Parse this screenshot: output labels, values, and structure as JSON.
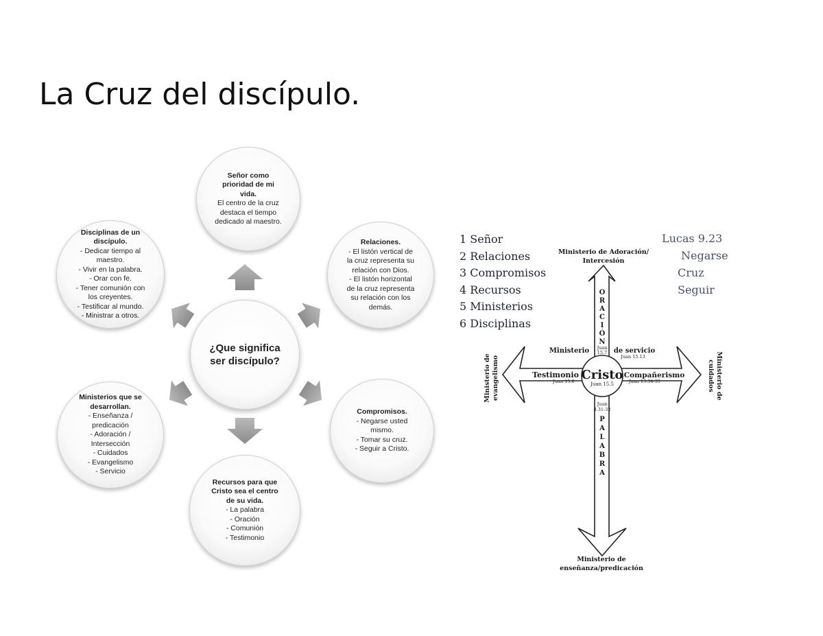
{
  "title": "La Cruz del discípulo.",
  "wheel": {
    "center": {
      "line1": "¿Que significa",
      "line2": "ser discípulo?"
    },
    "top": {
      "heading": [
        "Señor como",
        "prioridad de mi",
        "vida."
      ],
      "lines": [
        "El centro de la cruz",
        "destaca el tiempo",
        "dedicado al maestro."
      ]
    },
    "top_right": {
      "heading": [
        "Relaciones."
      ],
      "lines": [
        "- El listón vertical de",
        "la cruz representa su",
        "relación con Dios.",
        "- El listón horizontal",
        "de la cruz representa",
        "su relación con los",
        "demás."
      ]
    },
    "bottom_right": {
      "heading": [
        "Compromisos."
      ],
      "lines": [
        "- Negarse usted",
        "mismo.",
        "- Tomar su cruz.",
        "- Seguir a Cristo."
      ]
    },
    "bottom": {
      "heading": [
        "Recursos para que",
        "Cristo sea el centro",
        "de su vida."
      ],
      "lines": [
        "- La palabra",
        "- Oración",
        "- Comunión",
        "- Testimonio"
      ]
    },
    "bottom_left": {
      "heading": [
        "Ministerios que se",
        "desarrollan."
      ],
      "lines": [
        "- Enseñanza /",
        "predicación",
        "- Adoración /",
        "Intersección",
        "- Cuidados",
        "- Evangelismo",
        "- Servicio"
      ]
    },
    "top_left": {
      "heading": [
        "Disciplinas de un",
        "discípulo."
      ],
      "lines": [
        "- Dedicar tiempo al",
        "maestro.",
        "- Vivir en la palabra.",
        "- Orar con fe.",
        "- Tener comunión con",
        "los creyentes.",
        "- Testificar al mundo.",
        "- Ministrar a otros."
      ]
    }
  },
  "cross": {
    "legend": [
      "1 Señor",
      "2 Relaciones",
      "3 Compromisos",
      "4 Recursos",
      "5 Ministerios",
      "6 Disciplinas"
    ],
    "luke": [
      "Lucas 9.23",
      "Negarse",
      "Cruz",
      "Seguir"
    ],
    "top_label": [
      "Ministerio de Adoración/",
      "Intercesión"
    ],
    "bottom_label": [
      "Ministerio de",
      "enseñanza/predicación"
    ],
    "left_label": [
      "Ministerio de",
      "evangelismo"
    ],
    "right_label": [
      "Ministerio de",
      "cuidados"
    ],
    "vertical_up": [
      "O",
      "R",
      "A",
      "C",
      "I",
      "Ó",
      "N"
    ],
    "vertical_down": [
      "P",
      "A",
      "L",
      "A",
      "B",
      "R",
      "A"
    ],
    "center": "Cristo",
    "center_ref": "Juan 15.5",
    "upper_ref": [
      "Juan",
      "15.7"
    ],
    "lower_ref": [
      "Juan",
      "8.31-32"
    ],
    "ministerio": "Ministerio",
    "de_servicio": "de servicio",
    "servicio_ref": "Juan 15.13",
    "testimonio": "Testimonio",
    "testimonio_ref": "Juan 15.8",
    "companerismo": "Compañerismo",
    "companerismo_ref": "Juan 13.34-35"
  }
}
